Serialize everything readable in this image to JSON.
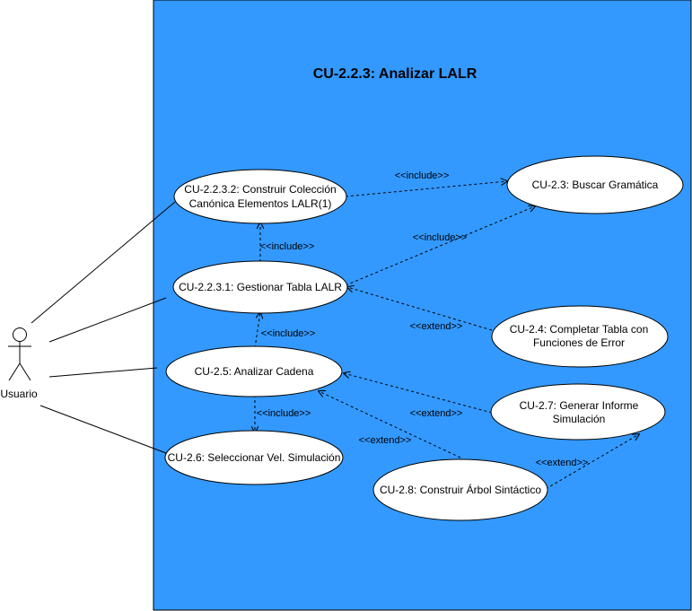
{
  "system": {
    "title": "CU-2.2.3: Analizar LALR",
    "fill": "#3399FF"
  },
  "actor": {
    "label": "Usuario"
  },
  "use_cases": {
    "uc_2232": {
      "lines": [
        "CU-2.2.3.2: Construir Colección",
        "Canónica Elementos LALR(1)"
      ]
    },
    "uc_23": {
      "lines": [
        "CU-2.3: Buscar Gramática"
      ]
    },
    "uc_2231": {
      "lines": [
        "CU-2.2.3.1: Gestionar Tabla LALR"
      ]
    },
    "uc_24": {
      "lines": [
        "CU-2.4: Completar Tabla con",
        "Funciones de Error"
      ]
    },
    "uc_25": {
      "lines": [
        "CU-2.5: Analizar Cadena"
      ]
    },
    "uc_27": {
      "lines": [
        "CU-2.7: Generar Informe",
        "Simulación"
      ]
    },
    "uc_26": {
      "lines": [
        "CU-2.6: Seleccionar Vel. Simulación"
      ]
    },
    "uc_28": {
      "lines": [
        "CU-2.8: Construir Árbol Sintáctico"
      ]
    }
  },
  "relations": {
    "r1": "<<include>>",
    "r2": "<<include>>",
    "r3": "<<include>>",
    "r4": "<<include>>",
    "r5": "<<extend>>",
    "r6": "<<include>>",
    "r7": "<<extend>>",
    "r8": "<<extend>>",
    "r9": "<<extend>>"
  }
}
